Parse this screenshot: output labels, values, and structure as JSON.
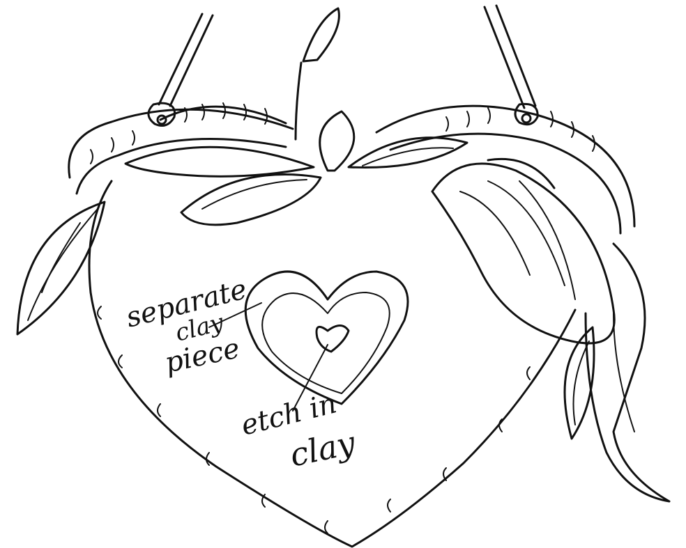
{
  "labels": {
    "separate_line1": "separate",
    "separate_line2": "clay",
    "separate_line3": "piece",
    "etch_line1": "etch in",
    "etch_line2": "clay"
  },
  "ink_color": "#111111",
  "background_color": "#ffffff"
}
